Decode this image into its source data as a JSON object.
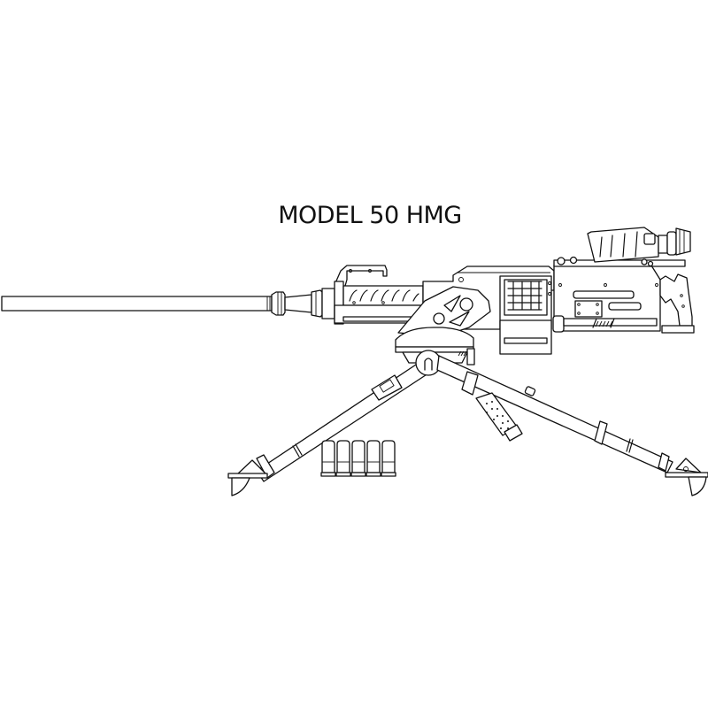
{
  "illustration": {
    "title": "MODEL 50 HMG",
    "style": "black line art on white",
    "background_color": "#ffffff",
    "line_color": "#111111",
    "components": {
      "barrel": "long barrel with muzzle at left",
      "receiver": "main receiver with feed cover and ammo feed",
      "scope": "optic sight mounted on top rear",
      "grips": "spade grip at rear",
      "tripod": "tripod with two visible legs and foot pads",
      "ammo": "row of cartridges on ground",
      "cartridge_count": 5
    }
  }
}
